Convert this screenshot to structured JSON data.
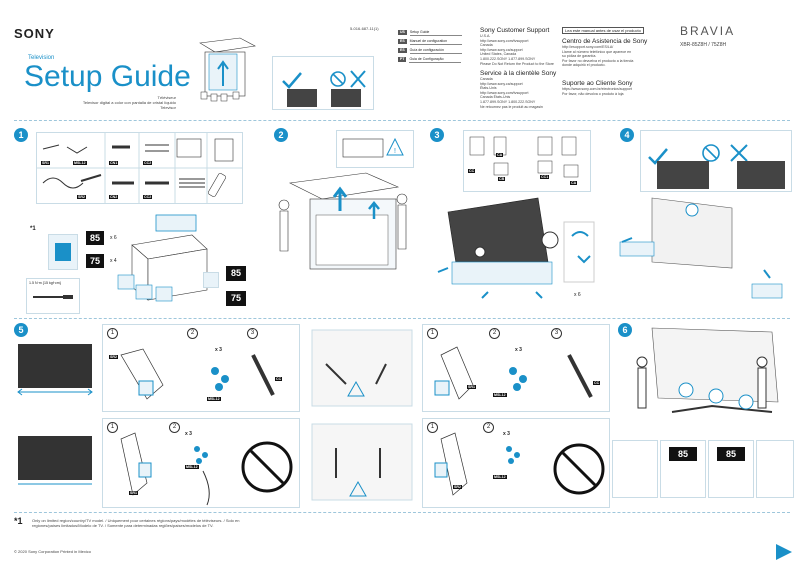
{
  "brand": "SONY",
  "category": "Television",
  "title": "Setup Guide",
  "subtitles": [
    "Téléviseur",
    "Televisor digital a color con pantalla de cristal líquido",
    "Televisor"
  ],
  "part_number": "5-016-687-11(1)",
  "languages": [
    {
      "code": "US",
      "label": "Setup Guide"
    },
    {
      "code": "ES",
      "label": "Manuel de configuration"
    },
    {
      "code": "ES",
      "label": "Guía de configuración"
    },
    {
      "code": "PT",
      "label": "Guia de Configuração"
    }
  ],
  "support_us": {
    "heading": "Sony Customer Support",
    "lines": [
      "U.S.A.",
      "http://www.sony.com/tvsupport",
      "Canada",
      "http://www.sony.ca/support",
      "United States, Canada",
      "1.800.222.SONY        1.877.899.SONY",
      "Please Do Not Return the Product to the Store"
    ]
  },
  "support_fr": {
    "heading": "Service à la clientèle Sony",
    "lines": [
      "Canada",
      "http://www.sony.ca/support",
      "États-Unis",
      "http://www.sony.com/tvsupport",
      "Canada              États-Unis",
      "1.877.899.SONY        1.800.222.SONY",
      "Ne retournez pas le produit au magasin"
    ]
  },
  "read_first": "Lea este manual antes de usar el producto",
  "support_es": {
    "heading": "Centro de Asistencia de Sony",
    "lines": [
      "http://esupport.sony.com/ES/LA/",
      "Llame al número telefónico que aparece en",
      "su póliza de garantía.",
      "Por favor no devuelva el producto a la tienda",
      "donde adquirió el producto."
    ]
  },
  "support_pt": {
    "heading": "Suporte ao Cliente Sony",
    "lines": [
      "https://www.sony.com.br/electronics/support",
      "Por favor, não devolva o produto à loja"
    ]
  },
  "product_line": "BRAVIA",
  "models": "XBR-85Z8H / 75Z8H",
  "steps": [
    "1",
    "2",
    "3",
    "4",
    "5",
    "6"
  ],
  "sizes": {
    "large": "85",
    "small": "75"
  },
  "step1": {
    "parts": [
      "SR1",
      "MSL12",
      "CN1",
      "CC2",
      "SR2",
      "CN2",
      "CC2"
    ],
    "qty_85": "x 6",
    "qty_75": "x 4",
    "torque": "1.5 N·m {15 kgf·cm}",
    "mark": "*1"
  },
  "step3": {
    "parts": [
      "CC",
      "CA",
      "CB",
      "CC1",
      "CA"
    ],
    "qty": "x 6"
  },
  "step5": {
    "subs": [
      "1",
      "2",
      "3"
    ],
    "parts": [
      "SR2",
      "MSL12",
      "CC",
      "SR1",
      "MSL12",
      "CC"
    ],
    "qty": "x 3"
  },
  "footnote_mark": "*1",
  "footnote": "Only on limited region/country/TV model. / Uniquement pour certaines régions/pays/modèles de téléviseurs. / Solo en regiones/países limitados/Modelo de TV. / Somente para determinadas regiões/países/modelos de TV.",
  "copyright": "© 2020 Sony Corporation   Printed in Mexico",
  "colors": {
    "accent": "#1a90c8",
    "panel_border": "#c9dce6"
  }
}
